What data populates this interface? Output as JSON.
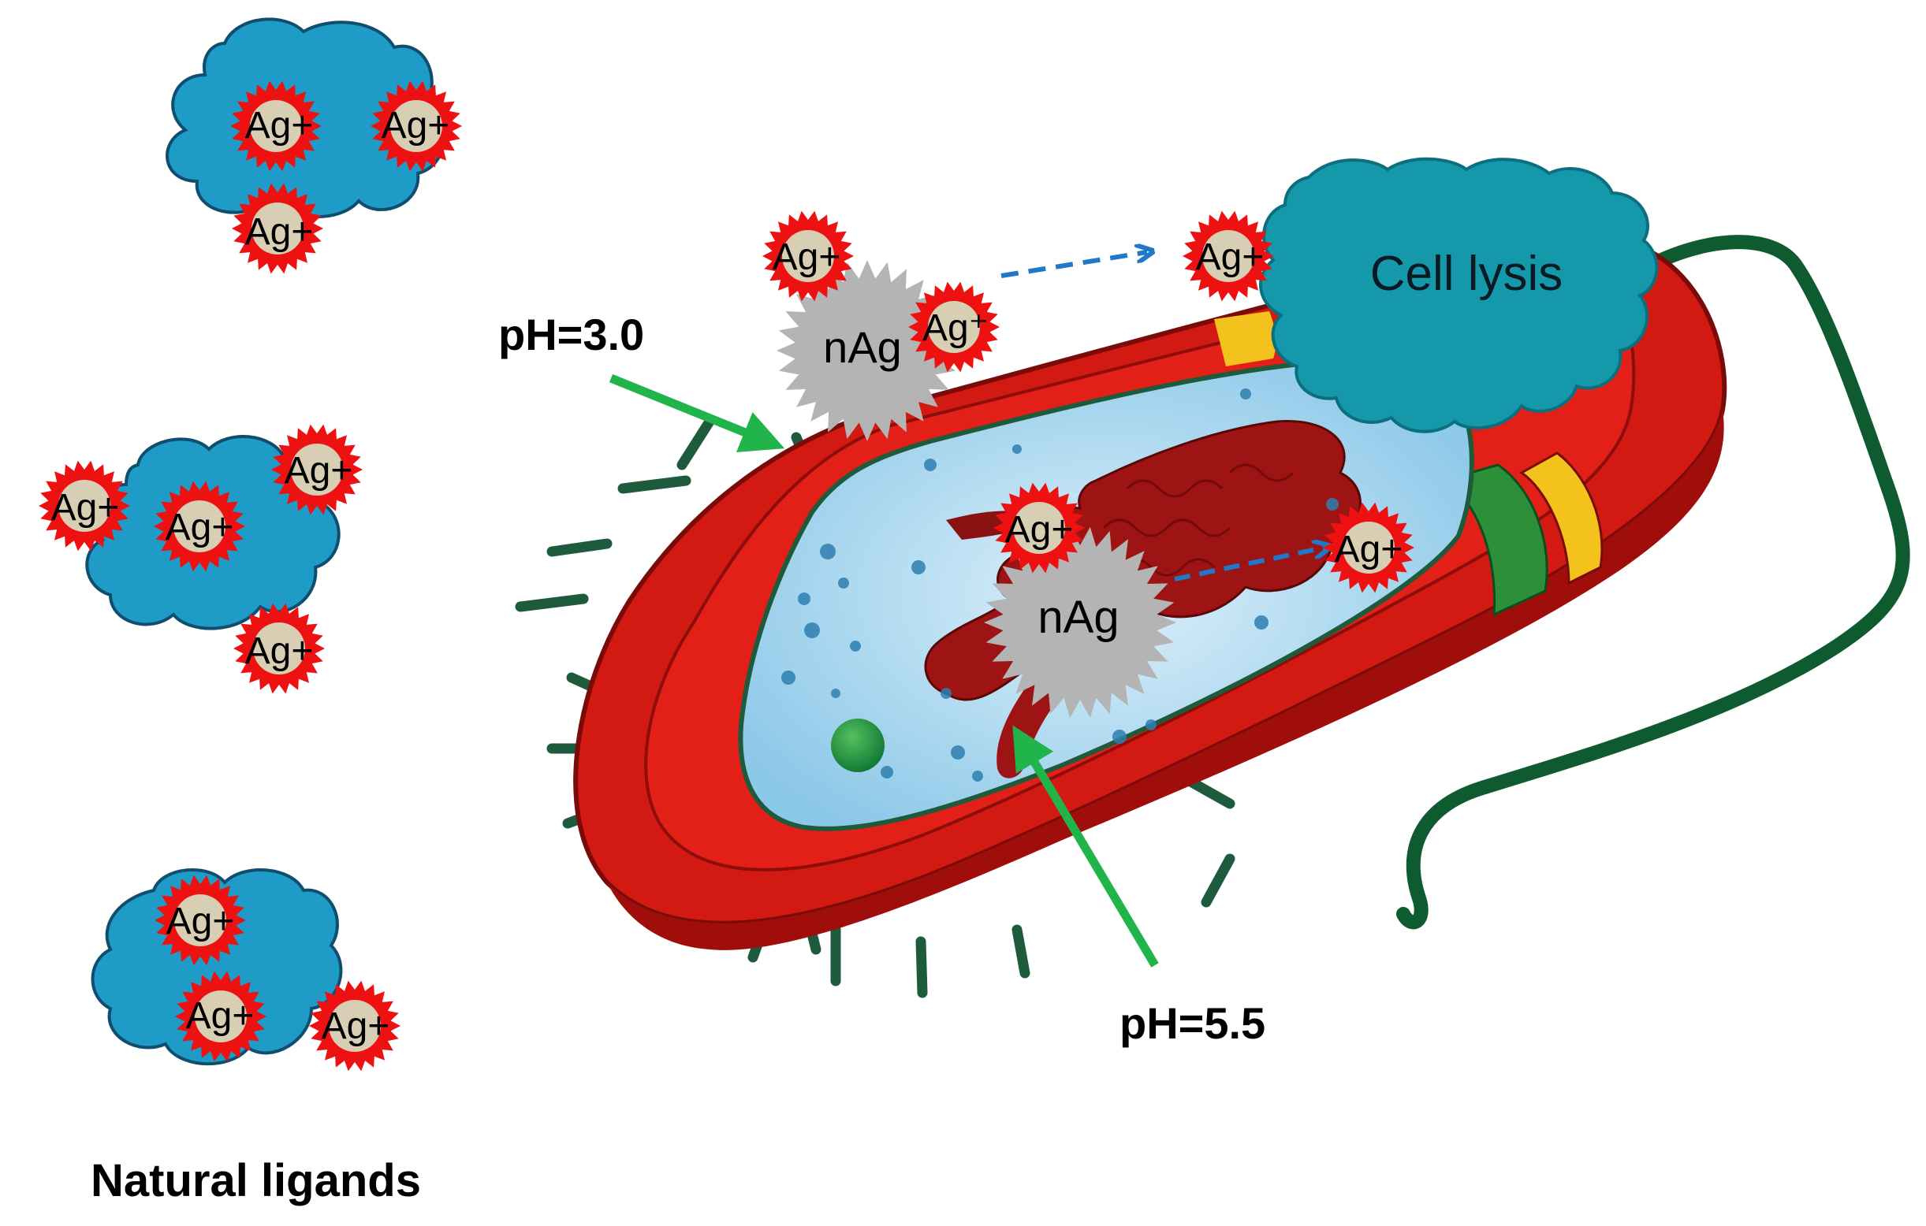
{
  "diagram": {
    "ions": {
      "cluster_top": [
        "Ag+",
        "Ag+",
        "Ag+"
      ],
      "cluster_middle": [
        "Ag+",
        "Ag+",
        "Ag+",
        "Ag+"
      ],
      "cluster_bottom": [
        "Ag+",
        "Ag+",
        "Ag+"
      ],
      "outer_release": "Ag+",
      "outer_near_np": "Ag+",
      "outer_np_surface": "Ag⁺",
      "inner_above_np": "Ag+",
      "inner_released": "Ag+"
    },
    "nanoparticles": {
      "outer": "nAg",
      "inner": "nAg"
    },
    "labels": {
      "natural_ligands": "Natural ligands",
      "ph_outer": "pH=3.0",
      "ph_inner": "pH=5.5",
      "cell_lysis": "Cell lysis"
    },
    "colors": {
      "ligand_cloud": "#1E9BC6",
      "ion_star": "#EE1111",
      "ion_core": "#D8CEB4",
      "nanoparticle": "#B4B4B4",
      "cell_wall_red": "#D21A12",
      "wall_dark_red": "#B10F0C",
      "cytoplasm": "#B6DDF2",
      "pili_green": "#1E5A3C",
      "flagellum_green": "#0D5B2E",
      "green_arrow": "#21B44B",
      "blue_dashed_arrow": "#1F78C8",
      "lysis_cloud": "#1498AA",
      "membrane_green": "#2E8F3A",
      "membrane_yellow": "#F4C21C"
    },
    "icons": [
      "ag-ion-starburst-icon",
      "nanoparticle-starburst-icon",
      "ligand-cloud-icon",
      "bacterium-illustration",
      "flagellum-icon"
    ]
  }
}
